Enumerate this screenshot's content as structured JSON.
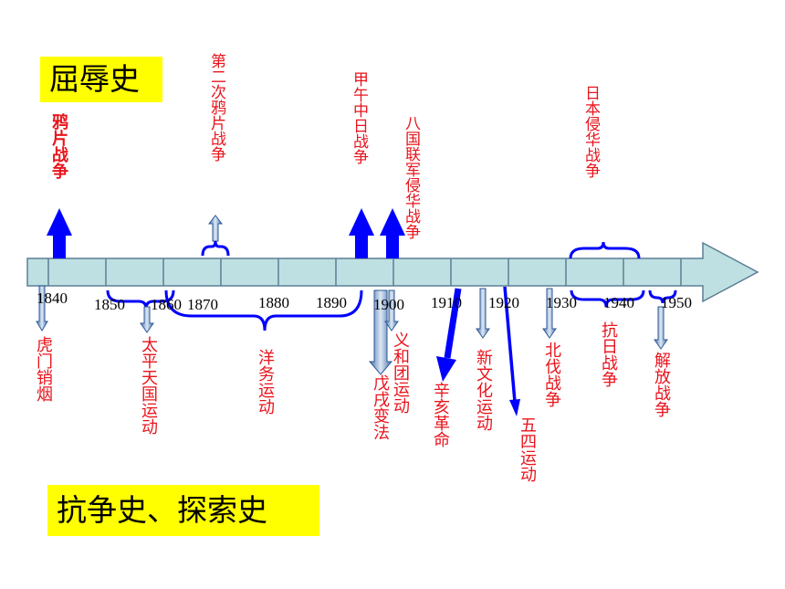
{
  "titles": {
    "humiliation": "屈辱史",
    "struggle": "抗争史、探索史"
  },
  "axis": {
    "ticks": [
      "1840",
      "1850",
      "1860",
      "1870",
      "1880",
      "1890",
      "1900",
      "1910",
      "1920",
      "1930",
      "1940",
      "1950"
    ]
  },
  "events_above": {
    "opium_war": "鸦片战争",
    "second_opium_war": "第二次鸦片战争",
    "sino_japanese_war": "甲午中日战争",
    "eight_nation": "八国联军侵华战争",
    "japanese_invasion": "日本侵华战争"
  },
  "events_below": {
    "humen": "虎门销烟",
    "taiping": "太平天国运动",
    "self_strengthening": "洋务运动",
    "wuxu": "戊戌变法",
    "boxer": "义和团运动",
    "xinhai": "辛亥革命",
    "new_culture": "新文化运动",
    "may_fourth": "五四运动",
    "northern_expedition": "北伐战争",
    "anti_japanese": "抗日战争",
    "liberation": "解放战争"
  },
  "colors": {
    "text": "#e8141c",
    "arrow_blue": "#0000ff",
    "axis_fill": "#bfe0e3",
    "title_bg": "#ffff00"
  }
}
